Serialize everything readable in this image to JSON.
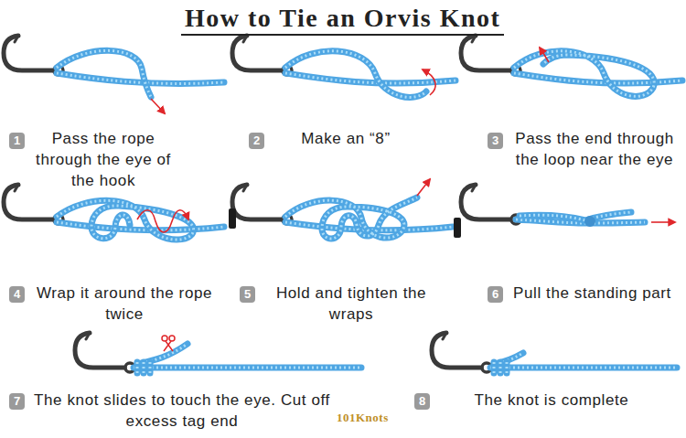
{
  "diagram": {
    "title": "How to Tie an Orvis Knot",
    "labels": [
      "1",
      "Pass the rope through the eye of the hook",
      "2",
      "Make an “8”",
      "3",
      "Pass the end through the loop near the eye",
      "4",
      "Wrap it around the rope twice",
      "5",
      "Hold and tighten the wraps",
      "6",
      "Pull the standing part",
      "7",
      "The knot slides to touch the eye. Cut off excess tag end",
      "8",
      "The knot is complete",
      "101Knots"
    ]
  }
}
